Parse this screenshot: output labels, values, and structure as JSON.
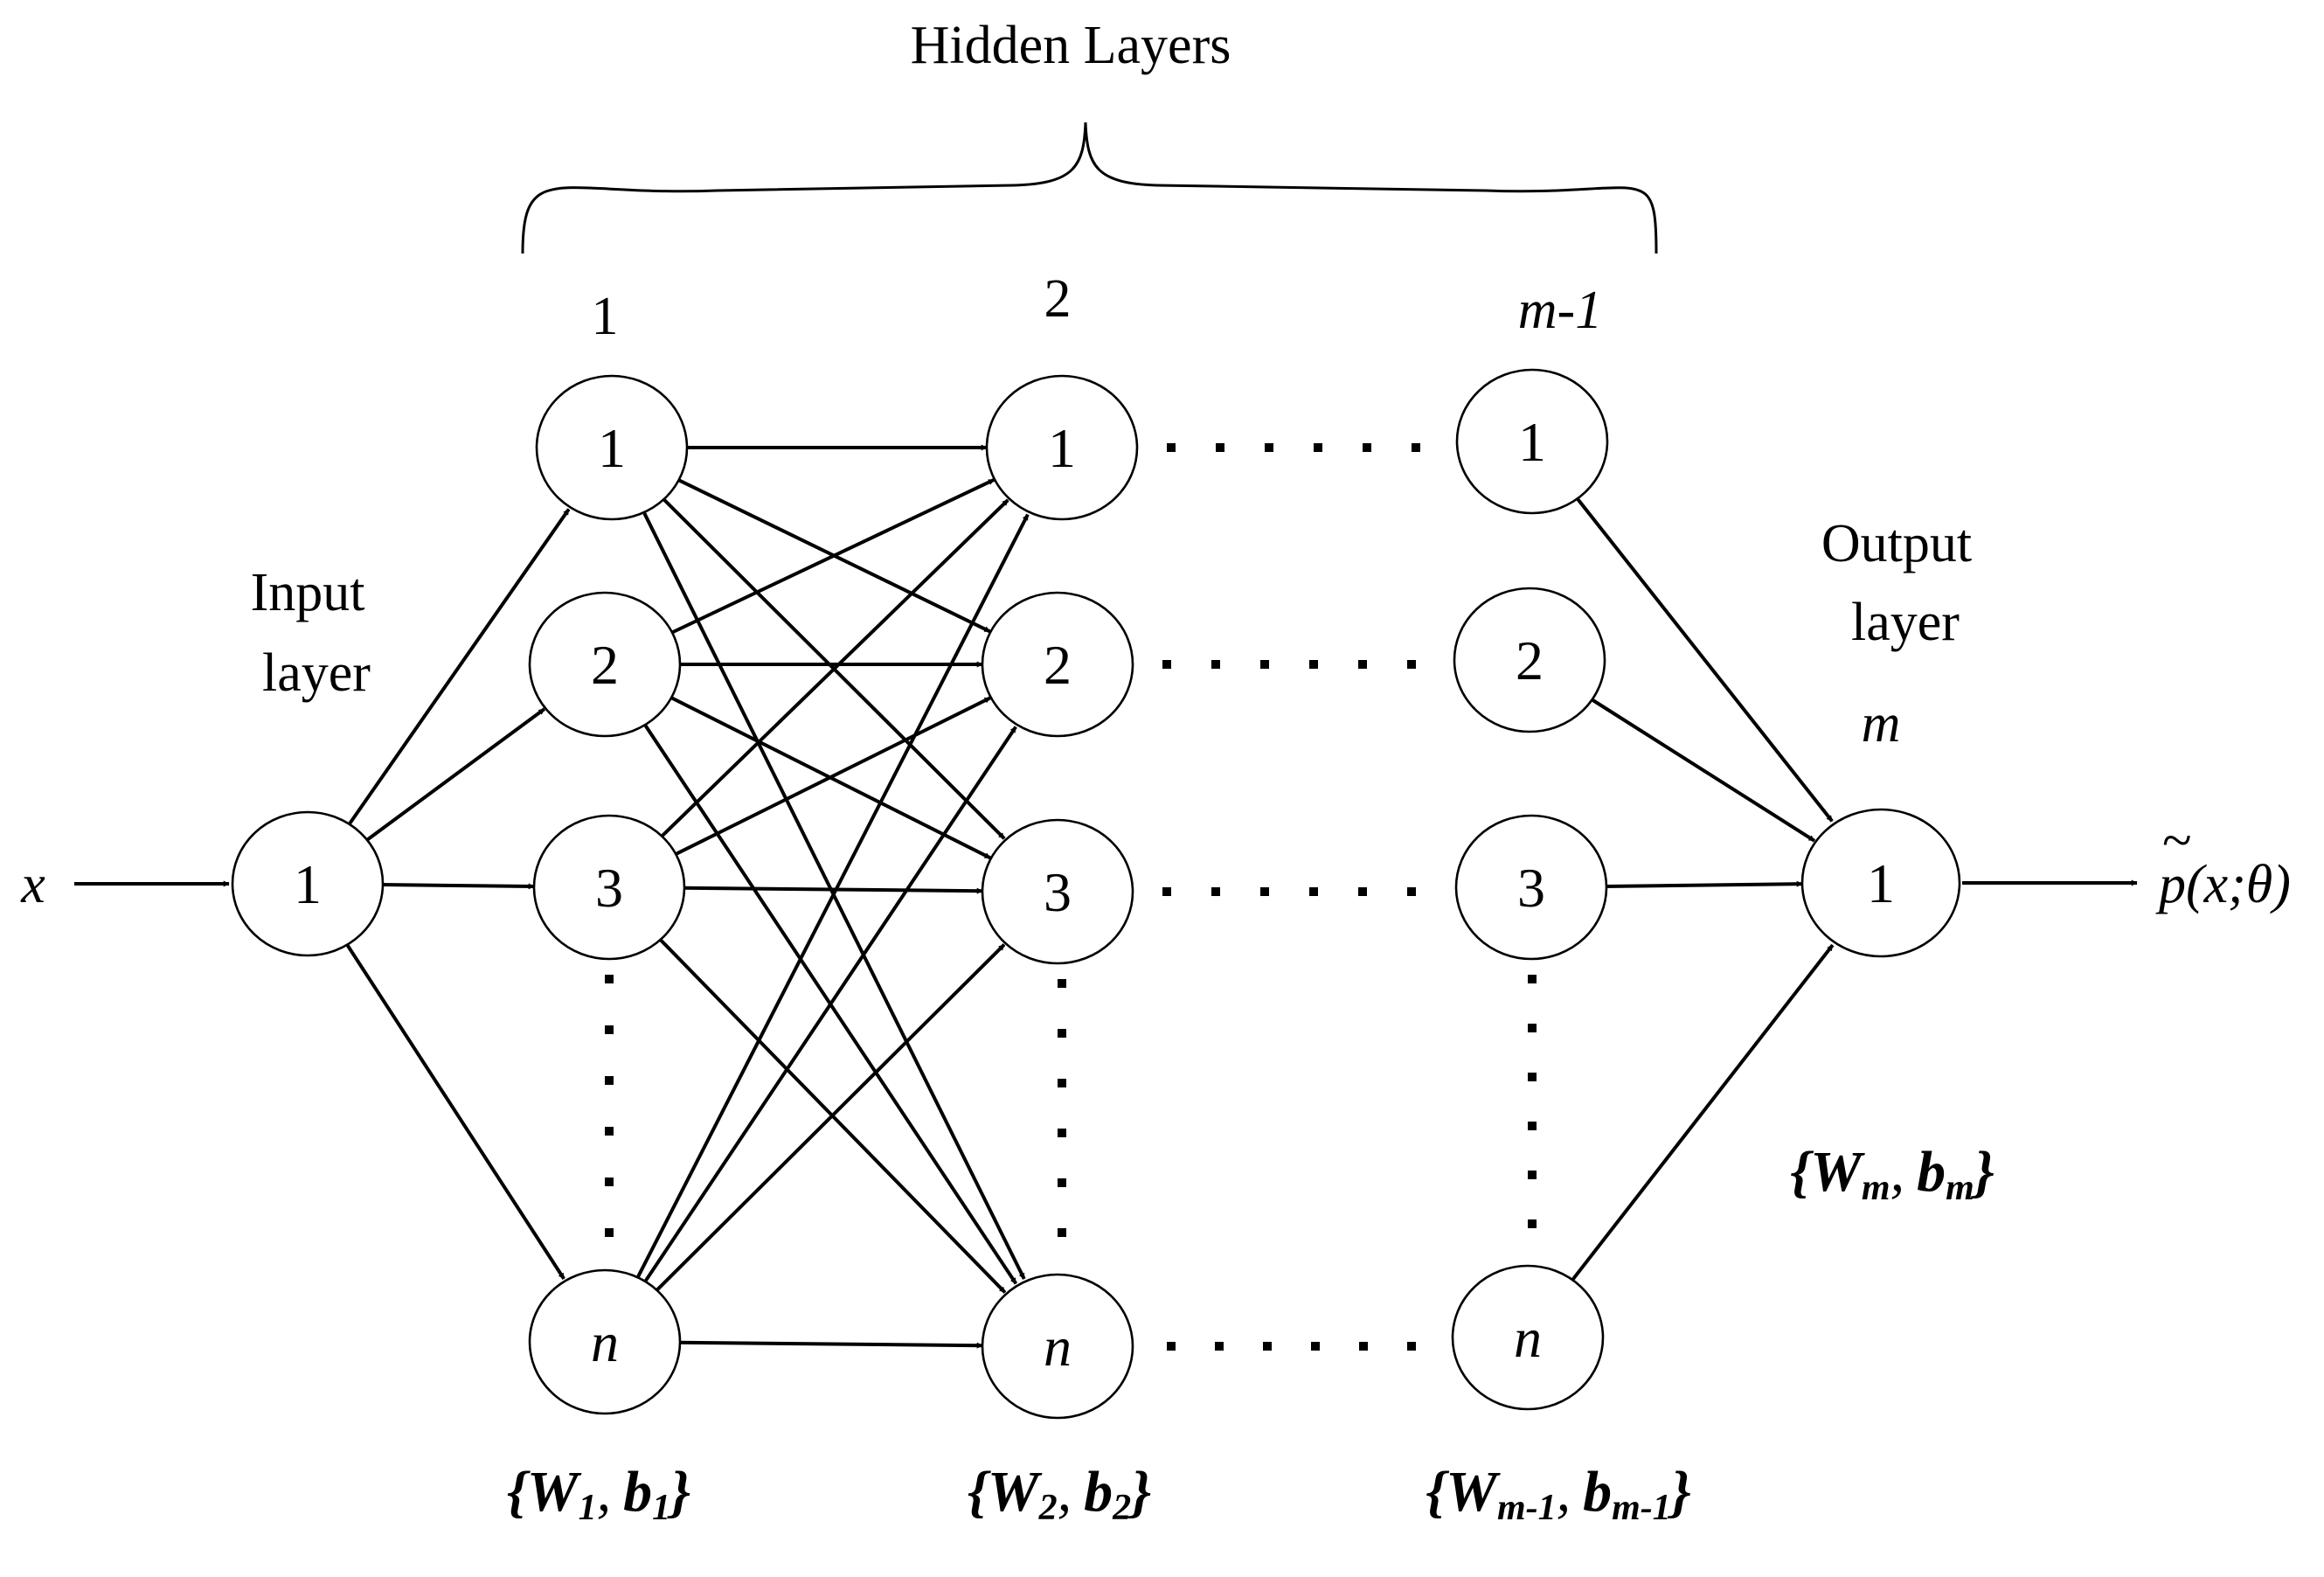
{
  "header": {
    "hidden_layers": "Hidden Layers"
  },
  "input": {
    "label_line1": "Input",
    "label_line2": "layer",
    "x_label": "x",
    "node": "1"
  },
  "hidden1": {
    "index": "1",
    "nodes": [
      "1",
      "2",
      "3",
      "n"
    ],
    "params": {
      "w": "W",
      "w_sub": "1",
      "b": "b",
      "b_sub": "1"
    }
  },
  "hidden2": {
    "index": "2",
    "nodes": [
      "1",
      "2",
      "3",
      "n"
    ],
    "params": {
      "w": "W",
      "w_sub": "2",
      "b": "b",
      "b_sub": "2"
    }
  },
  "hidden_m1": {
    "index": "m-1",
    "nodes": [
      "1",
      "2",
      "3",
      "n"
    ],
    "params": {
      "w": "W",
      "w_sub": "m-1",
      "b": "b",
      "b_sub": "m-1"
    }
  },
  "output": {
    "label_line1": "Output",
    "label_line2": "layer",
    "index": "m",
    "node": "1",
    "params": {
      "w": "W",
      "w_sub": "m",
      "b": "b",
      "b_sub": "m"
    },
    "result": {
      "tilde": "~",
      "p": "p",
      "args": "(x;θ)"
    }
  },
  "braces": {
    "open": "{",
    "sep": ",",
    "close": "}"
  }
}
